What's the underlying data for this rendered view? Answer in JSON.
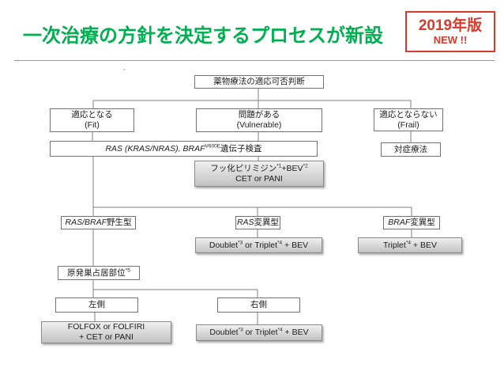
{
  "slide_title": "一次治療の方針を決定するプロセスが新設",
  "badge": {
    "year_label": "2019年版",
    "new_label": "NEW !!"
  },
  "colors": {
    "title_green": "#00B050",
    "badge_red": "#D93A2B",
    "white_box_border": "#737373",
    "gray_box_fill_top": "#F0F0F0",
    "gray_box_fill_bottom": "#C2C2C2",
    "connector_gray": "#7F7F7F"
  },
  "flowchart": {
    "nodes": [
      {
        "id": "assess",
        "kind": "white",
        "lines": [
          [
            {
              "t": "薬物療法の適応可否判断"
            }
          ]
        ]
      },
      {
        "id": "fit",
        "kind": "white",
        "lines": [
          [
            {
              "t": "適応となる"
            }
          ],
          [
            {
              "t": "(Fit)"
            }
          ]
        ]
      },
      {
        "id": "vulnerable",
        "kind": "white",
        "lines": [
          [
            {
              "t": "問題がある"
            }
          ],
          [
            {
              "t": "(Vulnerable)"
            }
          ]
        ]
      },
      {
        "id": "frail",
        "kind": "white",
        "lines": [
          [
            {
              "t": "適応とならない"
            }
          ],
          [
            {
              "t": "(Frail)"
            }
          ]
        ]
      },
      {
        "id": "gene-test",
        "kind": "white",
        "lines": [
          [
            {
              "t": "RAS (KRAS/NRAS), BRAF",
              "s": "i"
            },
            {
              "t": "V600E",
              "s": "sup"
            },
            {
              "t": "遺伝子検査"
            }
          ]
        ]
      },
      {
        "id": "symptomatic",
        "kind": "white",
        "lines": [
          [
            {
              "t": "対症療法"
            }
          ]
        ]
      },
      {
        "id": "fluoro",
        "kind": "gray",
        "lines": [
          [
            {
              "t": "フッ化ピリミジン"
            },
            {
              "t": "*1",
              "s": "sup"
            },
            {
              "t": "+BEV"
            },
            {
              "t": "*2",
              "s": "sup"
            }
          ],
          [
            {
              "t": "CET or PANI"
            }
          ]
        ]
      },
      {
        "id": "wild",
        "kind": "white",
        "lines": [
          [
            {
              "t": "RAS/BRAF",
              "s": "i"
            },
            {
              "t": "野生型"
            }
          ]
        ]
      },
      {
        "id": "ras-mutant",
        "kind": "white",
        "lines": [
          [
            {
              "t": "RAS",
              "s": "i"
            },
            {
              "t": "変異型"
            }
          ]
        ]
      },
      {
        "id": "braf-mutant",
        "kind": "white",
        "lines": [
          [
            {
              "t": "BRAF",
              "s": "i"
            },
            {
              "t": "変異型"
            }
          ]
        ]
      },
      {
        "id": "doublet-ras",
        "kind": "gray",
        "lines": [
          [
            {
              "t": "Doublet"
            },
            {
              "t": "*3",
              "s": "sup"
            },
            {
              "t": " or Triplet"
            },
            {
              "t": "*4",
              "s": "sup"
            },
            {
              "t": " + BEV"
            }
          ]
        ]
      },
      {
        "id": "triplet-braf",
        "kind": "gray",
        "lines": [
          [
            {
              "t": "Triplet"
            },
            {
              "t": "*4",
              "s": "sup"
            },
            {
              "t": " + BEV"
            }
          ]
        ]
      },
      {
        "id": "primary-site",
        "kind": "white",
        "lines": [
          [
            {
              "t": "原発巣占居部位"
            },
            {
              "t": "*5",
              "s": "sup"
            }
          ]
        ]
      },
      {
        "id": "left-side",
        "kind": "white",
        "lines": [
          [
            {
              "t": "左側"
            }
          ]
        ]
      },
      {
        "id": "right-side",
        "kind": "white",
        "lines": [
          [
            {
              "t": "右側"
            }
          ]
        ]
      },
      {
        "id": "folfox",
        "kind": "gray",
        "lines": [
          [
            {
              "t": "FOLFOX or FOLFIRI"
            }
          ],
          [
            {
              "t": "+ CET or PANI"
            }
          ]
        ]
      },
      {
        "id": "doublet-right",
        "kind": "gray",
        "lines": [
          [
            {
              "t": "Doublet"
            },
            {
              "t": "*3",
              "s": "sup"
            },
            {
              "t": " or Triplet"
            },
            {
              "t": "*4",
              "s": "sup"
            },
            {
              "t": " + BEV"
            }
          ]
        ]
      }
    ]
  }
}
